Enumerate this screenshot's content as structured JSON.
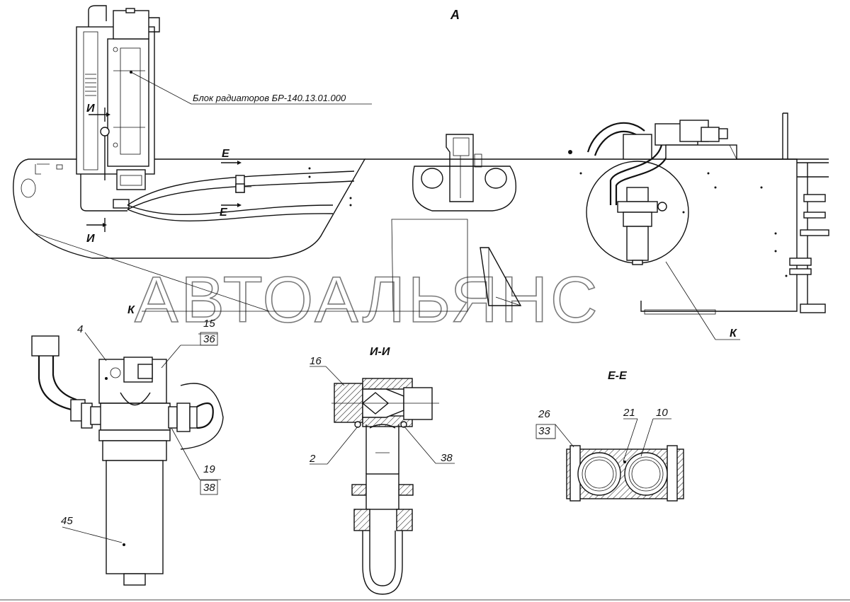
{
  "views": {
    "main": "А",
    "section_i": "И-И",
    "section_e": "Е-Е"
  },
  "callouts": {
    "radiator_block": "Блок радиаторов БР-140.13.01.000",
    "cut_i_top": "И",
    "cut_i_bottom": "И",
    "cut_e_top": "Е",
    "cut_e_bottom": "Е",
    "detail_k_left": "К",
    "detail_k_right": "К"
  },
  "parts": {
    "p4": "4",
    "p15": "15",
    "p36": "36",
    "p19": "19",
    "p38a": "38",
    "p45": "45",
    "p16": "16",
    "p2": "2",
    "p38b": "38",
    "p26": "26",
    "p33": "33",
    "p21": "21",
    "p10": "10"
  },
  "watermark": "АВТОАЛЬЯНС"
}
